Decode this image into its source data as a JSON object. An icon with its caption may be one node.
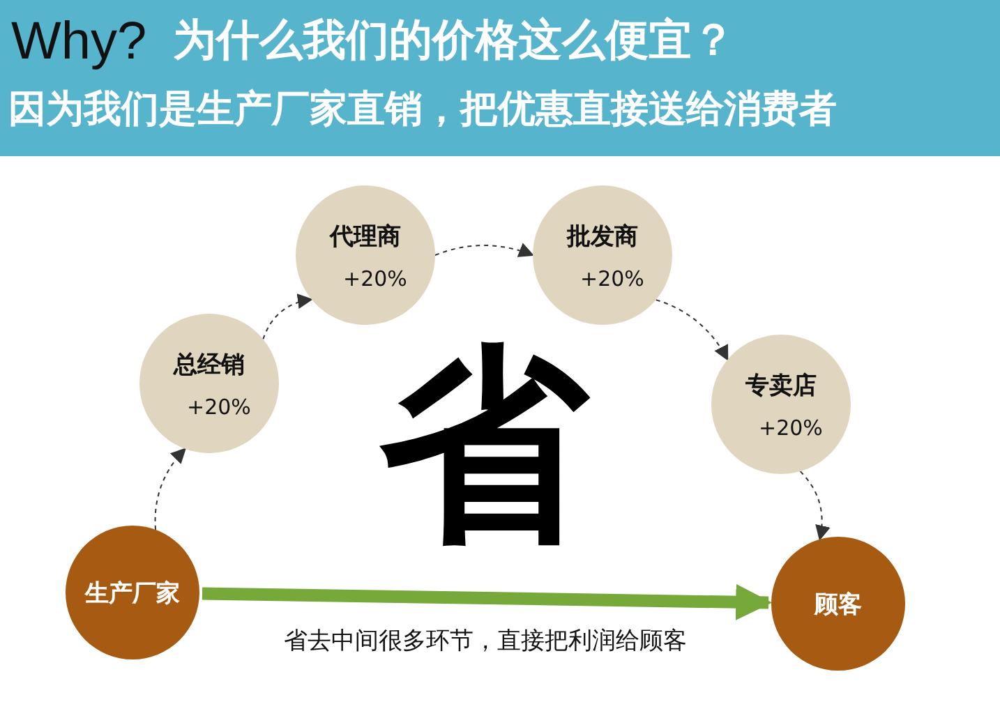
{
  "diagram": {
    "nodes": [
      {
        "text": [
          "生产厂家"
        ]
      },
      {
        "text": [
          "总经销",
          "+20%"
        ]
      },
      {
        "text": [
          "代理商",
          "+20%"
        ]
      },
      {
        "text": [
          "批发商",
          "+20%"
        ]
      },
      {
        "text": [
          "专卖店",
          "+20%"
        ]
      },
      {
        "text": [
          "顾客"
        ]
      }
    ],
    "edges": [
      {
        "from": 0,
        "to": 1,
        "arrow": "to",
        "style": "dashed"
      },
      {
        "from": 1,
        "to": 2,
        "arrow": "to",
        "style": "dashed"
      },
      {
        "from": 2,
        "to": 3,
        "arrow": "to",
        "style": "dashed"
      },
      {
        "from": 3,
        "to": 4,
        "arrow": "to",
        "style": "dashed"
      },
      {
        "from": 4,
        "to": 5,
        "arrow": "to",
        "style": "dashed"
      },
      {
        "from": 0,
        "to": 5,
        "arrow": "to",
        "style": "thick",
        "color": "#76a83a",
        "label": "省去中间很多环节，直接把利润给顾客"
      }
    ],
    "labels": [
      "Why?",
      "为什么我们的价格这么便宜？",
      "因为我们是生产厂家直销，把优惠直接送给消费者",
      "省"
    ]
  }
}
